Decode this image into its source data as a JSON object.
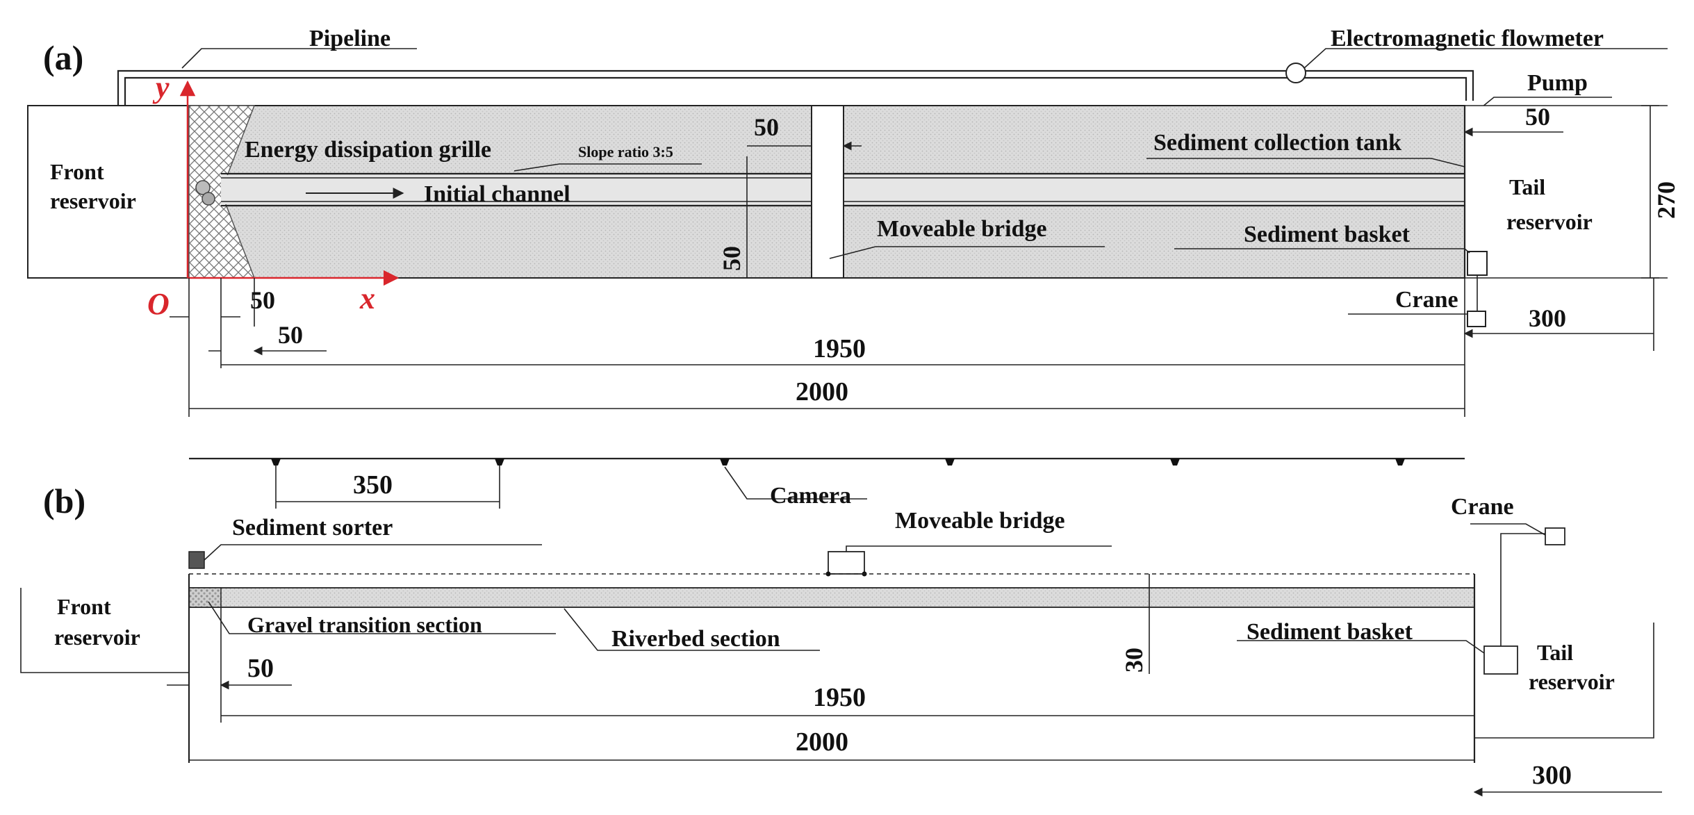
{
  "colors": {
    "axis": "#d9262c",
    "line": "#222222",
    "flume_fill": "#d6d6d6",
    "grille": "#9a9a9a"
  },
  "panel_a": {
    "label": "(a)",
    "pipeline": "Pipeline",
    "flowmeter": "Electromagnetic flowmeter",
    "pump": "Pump",
    "front_reservoir_1": "Front",
    "front_reservoir_2": "reservoir",
    "energy_grille": "Energy dissipation grille",
    "slope_ratio": "Slope ratio 3:5",
    "initial_channel": "Initial channel",
    "moveable_bridge": "Moveable bridge",
    "sediment_tank": "Sediment collection tank",
    "sediment_basket": "Sediment basket",
    "tail_reservoir_1": "Tail",
    "tail_reservoir_2": "reservoir",
    "crane": "Crane",
    "axis_y": "y",
    "axis_x": "x",
    "origin": "O",
    "dims": {
      "d50_top": "50",
      "d50_pump": "50",
      "d270": "270",
      "d50_vert": "50",
      "d50_a": "50",
      "d50_b": "50",
      "d1950": "1950",
      "d2000": "2000",
      "d300": "300"
    }
  },
  "panel_b": {
    "label": "(b)",
    "camera": "Camera",
    "sediment_sorter": "Sediment sorter",
    "moveable_bridge": "Moveable bridge",
    "crane": "Crane",
    "front_reservoir_1": "Front",
    "front_reservoir_2": "reservoir",
    "gravel_section": "Gravel transition section",
    "riverbed_section": "Riverbed section",
    "sediment_basket": "Sediment basket",
    "tail_reservoir_1": "Tail",
    "tail_reservoir_2": "reservoir",
    "dims": {
      "d350": "350",
      "d30": "30",
      "d50": "50",
      "d1950": "1950",
      "d2000": "2000",
      "d300": "300"
    }
  }
}
